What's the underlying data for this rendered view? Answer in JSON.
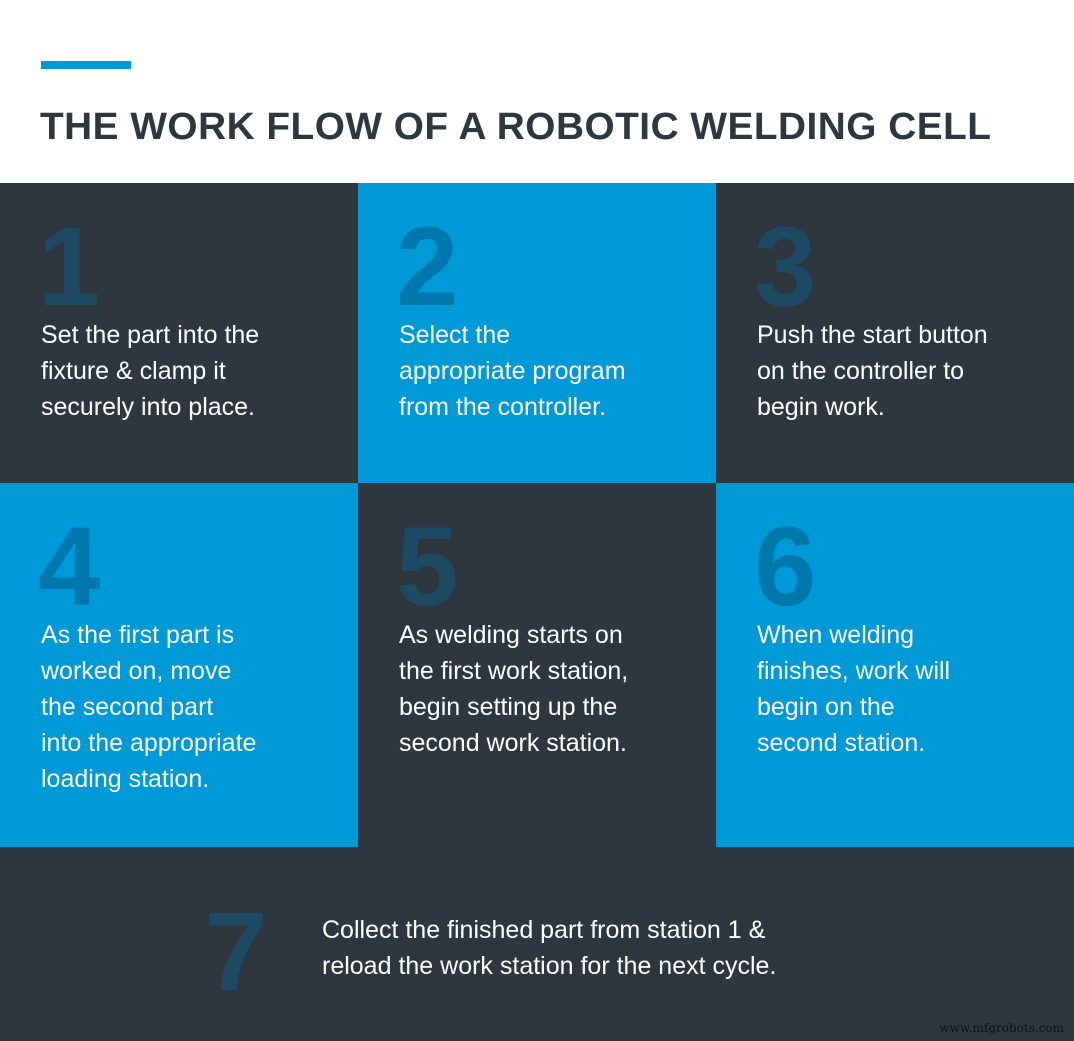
{
  "header": {
    "title": "THE WORK FLOW OF A ROBOTIC WELDING CELL"
  },
  "colors": {
    "dark": "#2e3640",
    "blue": "#0099d8",
    "accent": "#0099d8"
  },
  "steps": [
    {
      "number": "1",
      "text": "Set the part into the\nfixture & clamp it\nsecurely into place."
    },
    {
      "number": "2",
      "text": "Select the\nappropriate program\nfrom the controller."
    },
    {
      "number": "3",
      "text": "Push the start button\non the controller to\nbegin work."
    },
    {
      "number": "4",
      "text": "As the first part is\nworked on, move\nthe second part\n into the appropriate\nloading station."
    },
    {
      "number": "5",
      "text": "As welding starts on\nthe first work station,\nbegin setting up the\nsecond work station."
    },
    {
      "number": "6",
      "text": "When welding\nfinishes, work will\nbegin on the\nsecond station."
    },
    {
      "number": "7",
      "text": "Collect the finished part from station 1 &\nreload the work station for the next cycle."
    }
  ],
  "watermark": "www.mfgrobots.com"
}
